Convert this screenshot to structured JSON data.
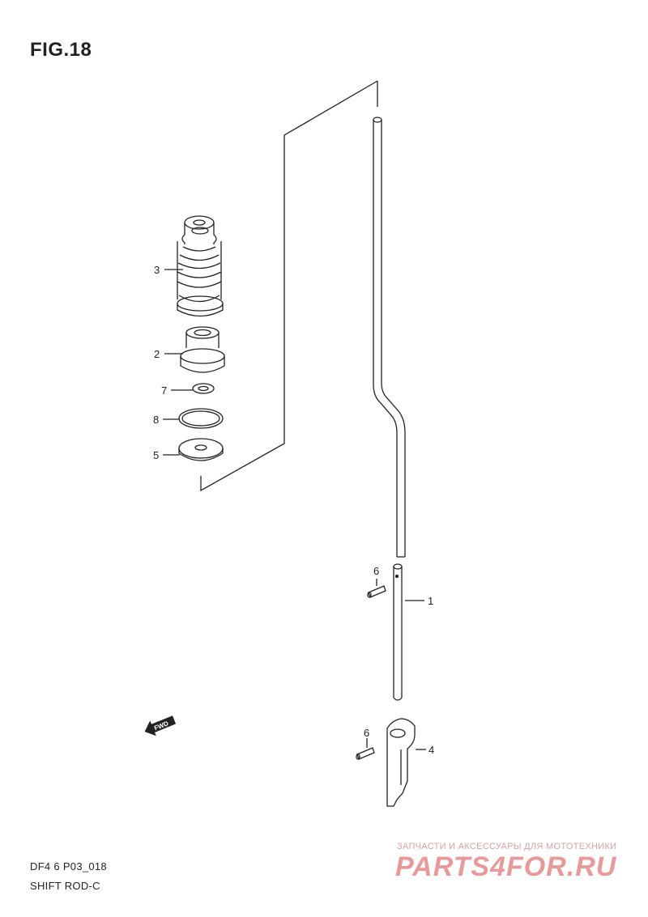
{
  "figure": {
    "title": "FIG.18",
    "code": "DF4 6 P03_018",
    "name": "SHIFT ROD-C"
  },
  "callouts": {
    "p1": "1",
    "p2": "2",
    "p3": "3",
    "p4": "4",
    "p5": "5",
    "p6a": "6",
    "p6b": "6",
    "p7": "7",
    "p8": "8"
  },
  "direction_label": "FWD",
  "watermark": {
    "tagline": "ЗАПЧАСТИ И АКСЕССУАРЫ ДЛЯ МОТОТЕХНИКИ",
    "brand": "PARTS4FOR.RU"
  }
}
